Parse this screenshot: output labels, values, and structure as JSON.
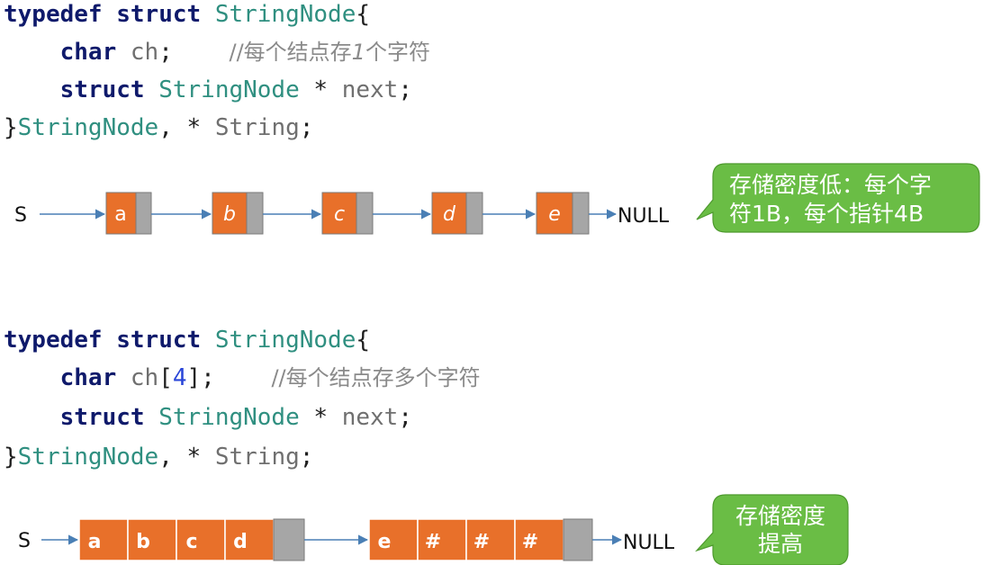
{
  "code1": {
    "line1": {
      "kw1": "typedef",
      "kw2": "struct",
      "type": "StringNode",
      "punc": "{"
    },
    "line2": {
      "kw": "char",
      "var": "ch",
      "punc": ";",
      "comment_a": "//每个结点存",
      "comment_num": "1",
      "comment_b": "个字符"
    },
    "line3": {
      "kw": "struct",
      "type": "StringNode",
      "punc_star": "*",
      "var": "next",
      "punc": ";"
    },
    "line4": {
      "brace": "}",
      "name": "StringNode",
      "comma": ",",
      "star": "*",
      "var": "String",
      "semi": ";"
    }
  },
  "code2": {
    "line1": {
      "kw1": "typedef",
      "kw2": "struct",
      "type": "StringNode",
      "punc": "{"
    },
    "line2": {
      "kw": "char",
      "var": "ch",
      "open": "[",
      "num": "4",
      "close": "];",
      "comment": "//每个结点存多个字符"
    },
    "line3": {
      "kw": "struct",
      "type": "StringNode",
      "punc_star": "*",
      "var": "next",
      "punc": ";"
    },
    "line4": {
      "brace": "}",
      "name": "StringNode",
      "comma": ",",
      "star": "*",
      "var": "String",
      "semi": ";"
    }
  },
  "diagram1": {
    "head_label": "S",
    "nodes": [
      "a",
      "b",
      "c",
      "d",
      "e"
    ],
    "tail_label": "NULL"
  },
  "diagram2": {
    "head_label": "S",
    "node1": [
      "a",
      "b",
      "c",
      "d"
    ],
    "node2": [
      "e",
      "#",
      "#",
      "#"
    ],
    "tail_label": "NULL"
  },
  "callout1": {
    "line1": "存储密度低：每个字",
    "line2": "符1B，每个指针4B"
  },
  "callout2": {
    "line1": "存储密度",
    "line2": "提高"
  },
  "colors": {
    "node_fill": "#e8702a",
    "pointer_fill": "#a6a6a6",
    "arrow": "#4a7fb5",
    "callout_fill": "#6abd45"
  }
}
